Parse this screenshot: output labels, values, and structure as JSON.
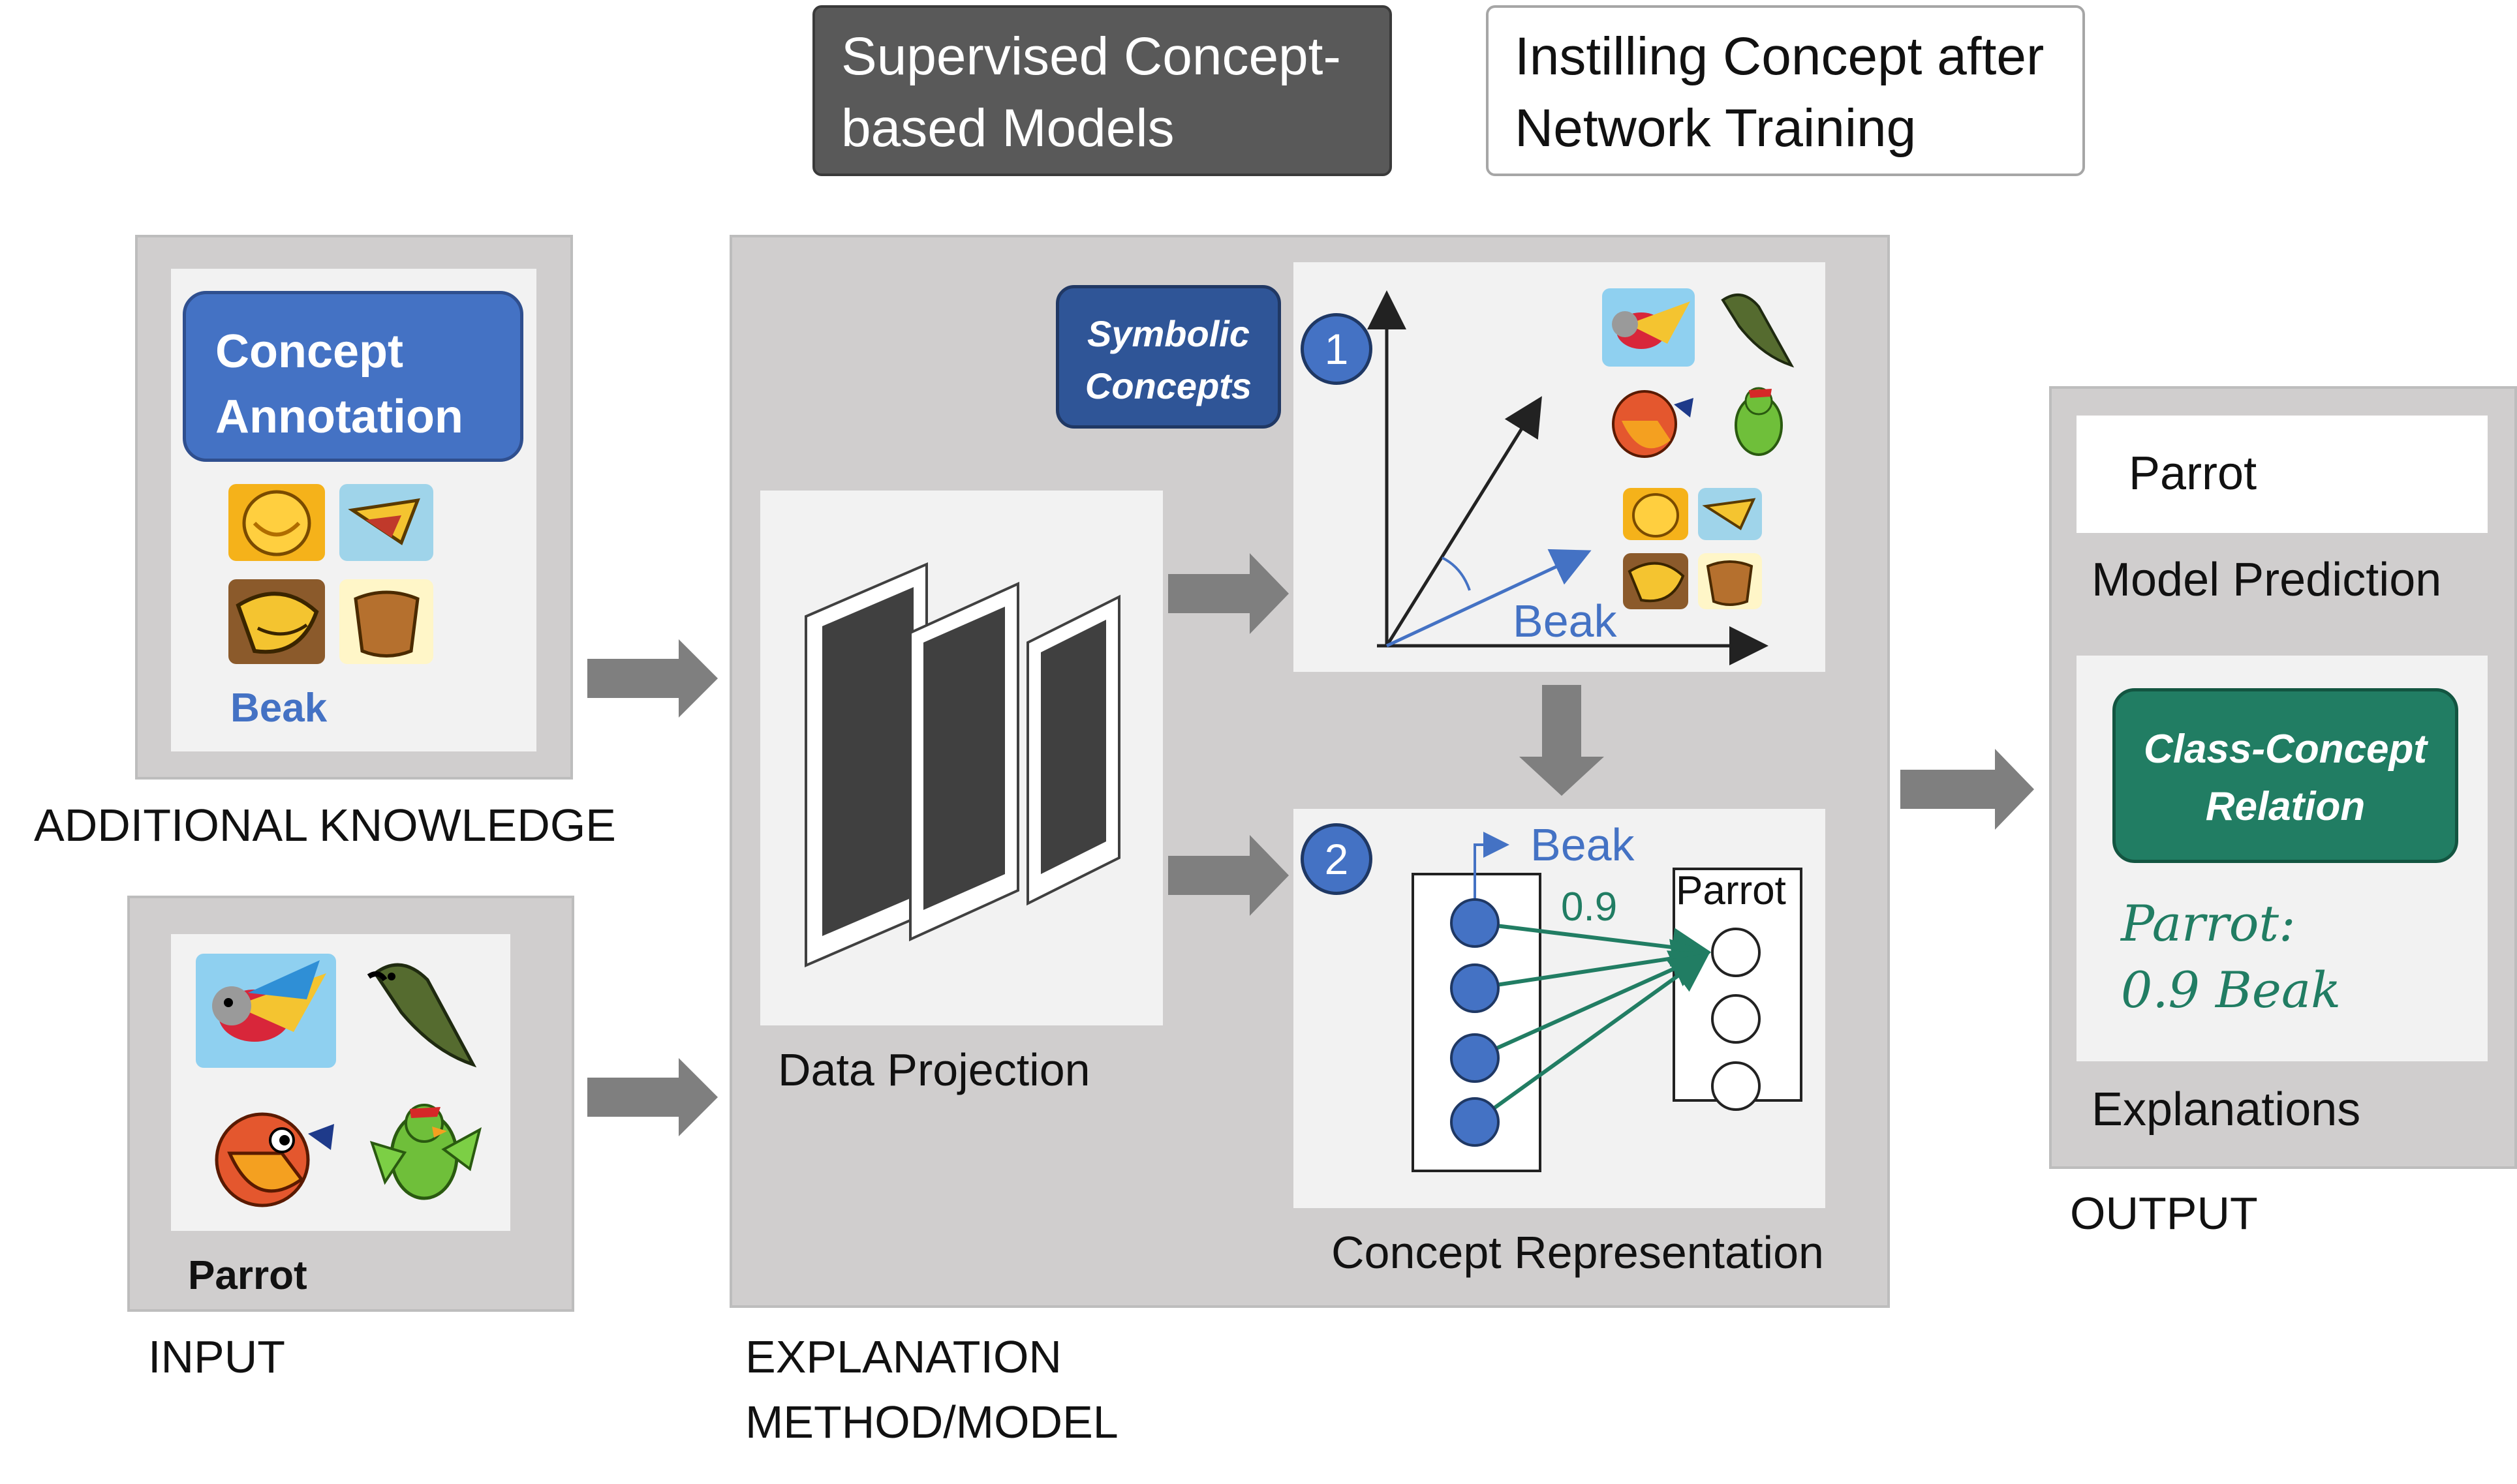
{
  "legend": {
    "supervised_label": "Supervised Concept-based Models",
    "instilling_label": "Instilling Concept after Network Training"
  },
  "additional_knowledge": {
    "annotation_title": "Concept Annotation",
    "concept_name": "Beak",
    "section_label": "ADDITIONAL KNOWLEDGE"
  },
  "input": {
    "class_name": "Parrot",
    "section_label": "INPUT"
  },
  "explanation": {
    "symbolic_concepts": "Symbolic Concepts",
    "step1": "1",
    "step2": "2",
    "beak_vector_label": "Beak",
    "data_projection": "Data Projection",
    "concept_representation": "Concept Representation",
    "beak_node_label": "Beak",
    "weight_label": "0.9",
    "parrot_node_label": "Parrot",
    "section_label_line1": "EXPLANATION",
    "section_label_line2": "METHOD/MODEL"
  },
  "output": {
    "prediction_value": "Parrot",
    "prediction_label": "Model Prediction",
    "relation_title": "Class-Concept Relation",
    "relation_line1": "Parrot:",
    "relation_line2": "0.9 Beak",
    "explanations_label": "Explanations",
    "section_label": "OUTPUT"
  },
  "colors": {
    "panel": "#d0cece",
    "accent_blue": "#4472c4",
    "dark_blue": "#2f5597",
    "green": "#217d63",
    "arrow": "#7f7f7f"
  }
}
